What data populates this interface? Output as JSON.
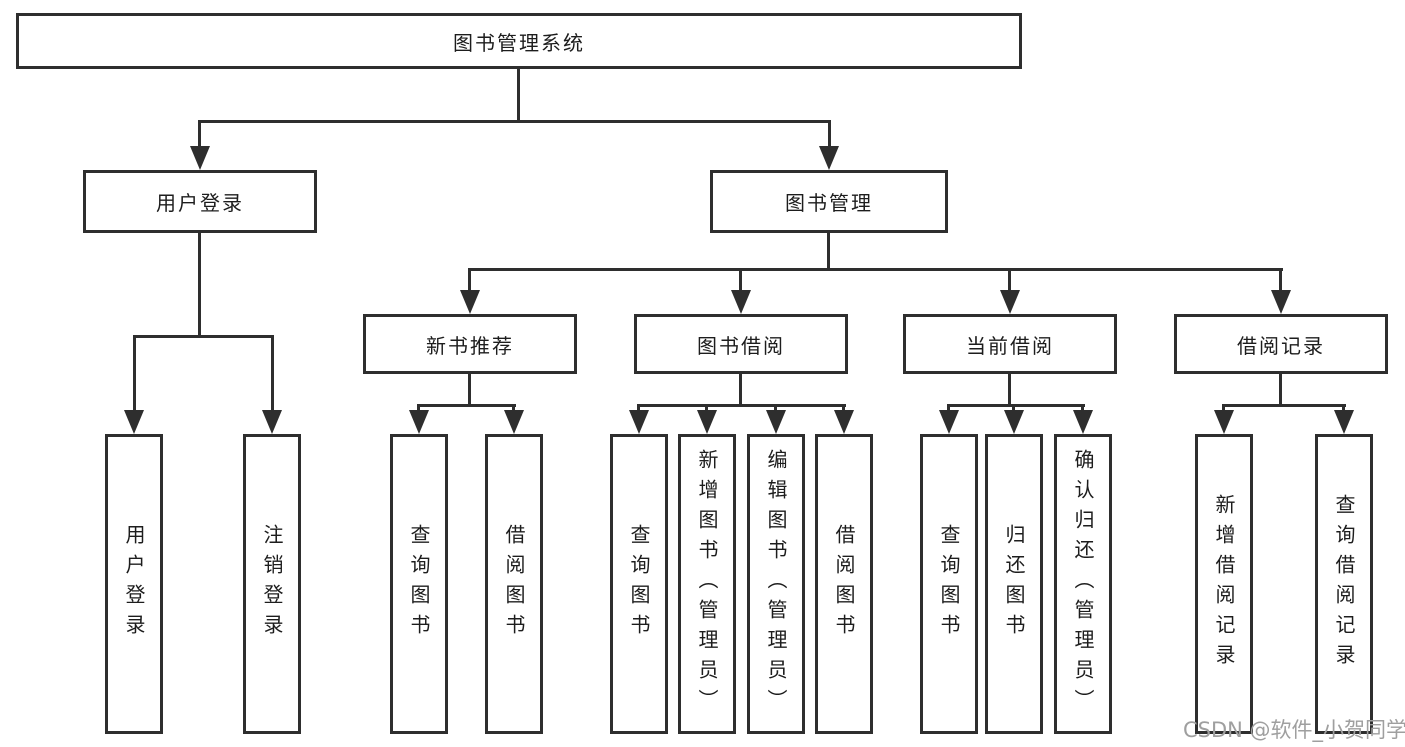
{
  "diagram_title": "图书管理系统",
  "nodes": {
    "root": "图书管理系统",
    "level2": [
      "用户登录",
      "图书管理"
    ],
    "level3": [
      "新书推荐",
      "图书借阅",
      "当前借阅",
      "借阅记录"
    ],
    "level4": [
      "用户登录",
      "注销登录",
      "查询图书",
      "借阅图书",
      "查询图书",
      "新增图书（管理员）",
      "编辑图书（管理员）",
      "借阅图书",
      "查询图书",
      "归还图书",
      "确认归还（管理员）",
      "新增借阅记录",
      "查询借阅记录"
    ]
  },
  "edges": [
    {
      "from": "root",
      "to": "level2.0"
    },
    {
      "from": "root",
      "to": "level2.1"
    },
    {
      "from": "level2.0",
      "to": "level4.0"
    },
    {
      "from": "level2.0",
      "to": "level4.1"
    },
    {
      "from": "level2.1",
      "to": "level3.0"
    },
    {
      "from": "level2.1",
      "to": "level3.1"
    },
    {
      "from": "level2.1",
      "to": "level3.2"
    },
    {
      "from": "level2.1",
      "to": "level3.3"
    },
    {
      "from": "level3.0",
      "to": "level4.2"
    },
    {
      "from": "level3.0",
      "to": "level4.3"
    },
    {
      "from": "level3.1",
      "to": "level4.4"
    },
    {
      "from": "level3.1",
      "to": "level4.5"
    },
    {
      "from": "level3.1",
      "to": "level4.6"
    },
    {
      "from": "level3.1",
      "to": "level4.7"
    },
    {
      "from": "level3.2",
      "to": "level4.8"
    },
    {
      "from": "level3.2",
      "to": "level4.9"
    },
    {
      "from": "level3.2",
      "to": "level4.10"
    },
    {
      "from": "level3.3",
      "to": "level4.11"
    },
    {
      "from": "level3.3",
      "to": "level4.12"
    }
  ],
  "colors": {
    "line": "#2e2e2e",
    "text": "#1d1d1d",
    "background": "#ffffff",
    "watermark": "#9f9f9f"
  },
  "watermark": "CSDN @软件_小贺同学"
}
